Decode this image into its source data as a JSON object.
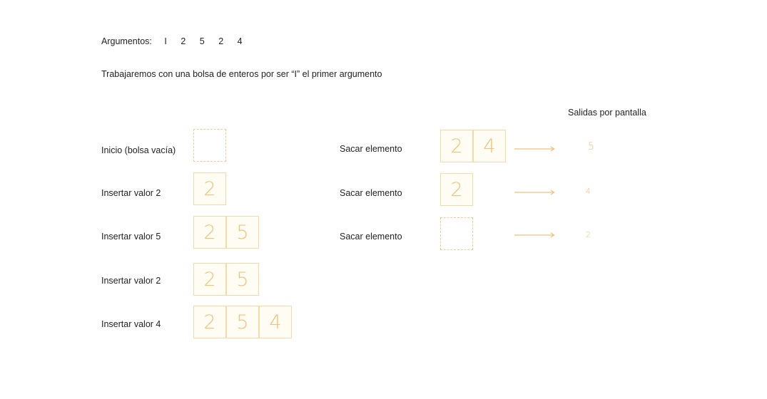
{
  "header": {
    "args_label": "Argumentos:",
    "args": [
      "I",
      "2",
      "5",
      "2",
      "4"
    ],
    "description": "Trabajaremos con una bolsa de enteros por ser “I” el primer argumento"
  },
  "output_header": "Salidas por pantalla",
  "insert_steps": [
    {
      "label": "Inicio (bolsa vacía)",
      "values": []
    },
    {
      "label": "Insertar valor 2",
      "values": [
        "2"
      ]
    },
    {
      "label": "Insertar valor 5",
      "values": [
        "2",
        "5"
      ]
    },
    {
      "label": "Insertar valor 2",
      "values": [
        "2",
        "5"
      ]
    },
    {
      "label": "Insertar valor 4",
      "values": [
        "2",
        "5",
        "4"
      ]
    }
  ],
  "remove_steps": [
    {
      "label": "Sacar elemento",
      "values": [
        "2",
        "4"
      ],
      "output": "5"
    },
    {
      "label": "Sacar elemento",
      "values": [
        "2"
      ],
      "output": "4"
    },
    {
      "label": "Sacar elemento",
      "values": [],
      "output": "2"
    }
  ],
  "colors": {
    "box_border": "#f6d9a6",
    "digit": "#efc27c",
    "text": "#222222"
  }
}
